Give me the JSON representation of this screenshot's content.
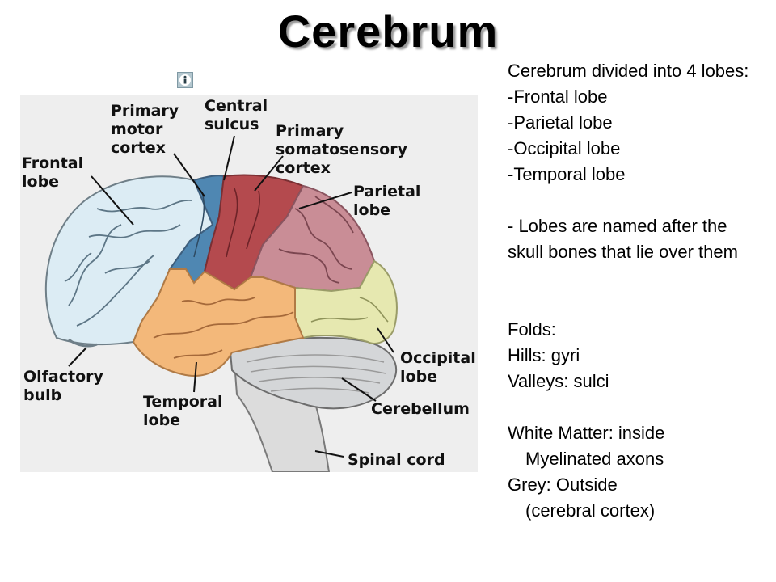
{
  "title": "Cerebrum",
  "diagram": {
    "labels": {
      "primary_motor_cortex": "Primary\nmotor\ncortex",
      "central_sulcus": "Central\nsulcus",
      "primary_somatosensory_cortex": "Primary\nsomatosensory\ncortex",
      "frontal_lobe": "Frontal\nlobe",
      "parietal_lobe": "Parietal\nlobe",
      "occipital_lobe": "Occipital\nlobe",
      "olfactory_bulb": "Olfactory\nbulb",
      "temporal_lobe": "Temporal\nlobe",
      "cerebellum": "Cerebellum",
      "spinal_cord": "Spinal cord"
    },
    "colors": {
      "frontal": "#dcecf4",
      "motor": "#4f87b2",
      "somatosensory": "#b44a4e",
      "parietal": "#c98d96",
      "occipital": "#e6e8b0",
      "temporal": "#f3b87a",
      "cerebellum": "#d4d6d8",
      "brainstem": "#dcdcdc"
    }
  },
  "notes": [
    {
      "text": "Cerebrum divided into 4 lobes:",
      "indent": false
    },
    {
      "text": "-Frontal lobe",
      "indent": false
    },
    {
      "text": "-Parietal lobe",
      "indent": false
    },
    {
      "text": "-Occipital lobe",
      "indent": false
    },
    {
      "text": "-Temporal lobe",
      "indent": false
    },
    {
      "text": "",
      "indent": false
    },
    {
      "text": "- Lobes are named after the skull bones that lie over them",
      "indent": false
    },
    {
      "text": "",
      "indent": false
    },
    {
      "text": "",
      "indent": false
    },
    {
      "text": "Folds:",
      "indent": false
    },
    {
      "text": "Hills: gyri",
      "indent": false
    },
    {
      "text": "Valleys: sulci",
      "indent": false
    },
    {
      "text": "",
      "indent": false
    },
    {
      "text": "White Matter: inside",
      "indent": false
    },
    {
      "text": "Myelinated axons",
      "indent": true
    },
    {
      "text": "Grey: Outside",
      "indent": false
    },
    {
      "text": "(cerebral cortex)",
      "indent": true
    }
  ],
  "info_icon": "info-icon"
}
